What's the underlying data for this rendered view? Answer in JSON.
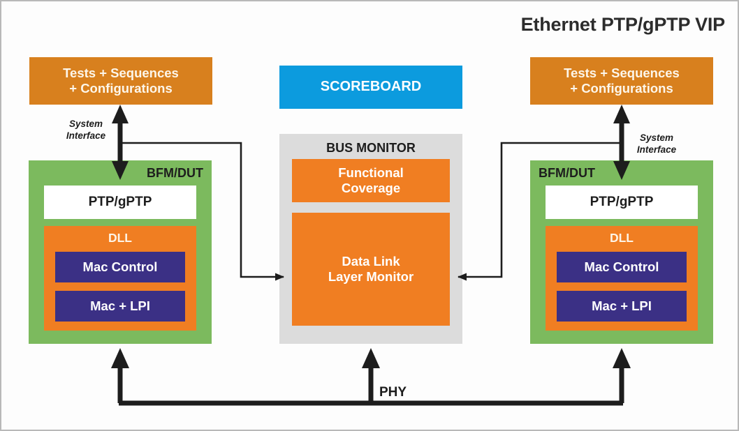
{
  "title": "Ethernet PTP/gPTP VIP",
  "colors": {
    "orange_dark": "#d8801e",
    "orange": "#f07e22",
    "blue": "#0c9bde",
    "green": "#7cba5e",
    "purple": "#3b3085",
    "gray": "#dcdcdc",
    "wire": "#1d1d1d",
    "frame": "#b9b9b9"
  },
  "left_column": {
    "tests_box": {
      "line1": "Tests + Sequences",
      "line2": "+ Configurations"
    },
    "system_interface": {
      "line1": "System",
      "line2": "Interface"
    },
    "bfm": {
      "label": "BFM/DUT",
      "ptp": "PTP/gPTP",
      "dll": {
        "title": "DLL",
        "blocks": [
          "Mac Control",
          "Mac + LPI"
        ]
      }
    }
  },
  "center_column": {
    "scoreboard": "SCOREBOARD",
    "bus_monitor": {
      "title": "BUS MONITOR",
      "functional_coverage": {
        "line1": "Functional",
        "line2": "Coverage"
      },
      "data_link_monitor": {
        "line1": "Data Link",
        "line2": "Layer Monitor"
      }
    }
  },
  "right_column": {
    "tests_box": {
      "line1": "Tests + Sequences",
      "line2": "+ Configurations"
    },
    "system_interface": {
      "line1": "System",
      "line2": "Interface"
    },
    "bfm": {
      "label": "BFM/DUT",
      "ptp": "PTP/gPTP",
      "dll": {
        "title": "DLL",
        "blocks": [
          "Mac Control",
          "Mac + LPI"
        ]
      }
    }
  },
  "bus": {
    "phy_label": "PHY"
  }
}
